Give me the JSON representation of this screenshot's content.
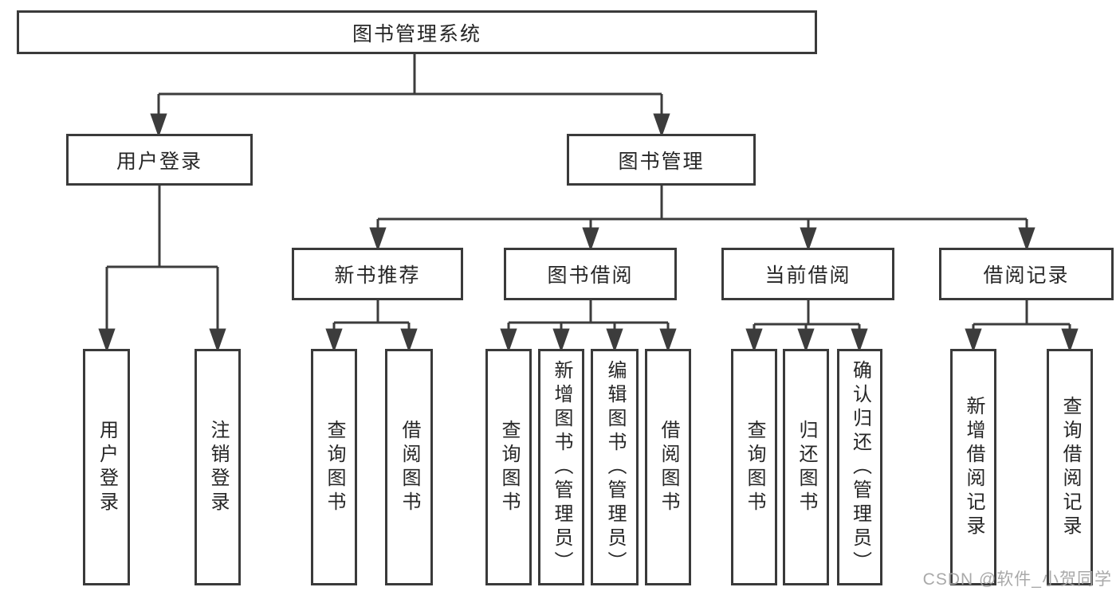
{
  "diagram": {
    "root": {
      "label": "图书管理系统"
    },
    "level2": [
      {
        "label": "用户登录"
      },
      {
        "label": "图书管理"
      }
    ],
    "level3": [
      {
        "label": "新书推荐"
      },
      {
        "label": "图书借阅"
      },
      {
        "label": "当前借阅"
      },
      {
        "label": "借阅记录"
      }
    ],
    "leaves": [
      {
        "label": "用户登录"
      },
      {
        "label": "注销登录"
      },
      {
        "label": "查询图书"
      },
      {
        "label": "借阅图书"
      },
      {
        "label": "查询图书"
      },
      {
        "label": "新增图书（管理员）"
      },
      {
        "label": "编辑图书（管理员）"
      },
      {
        "label": "借阅图书"
      },
      {
        "label": "查询图书"
      },
      {
        "label": "归还图书"
      },
      {
        "label": "确认归还（管理员）"
      },
      {
        "label": "新增借阅记录"
      },
      {
        "label": "查询借阅记录"
      }
    ],
    "colors": {
      "line": "#3c3c3c",
      "border": "#3a3a3a",
      "text": "#262626",
      "background": "#ffffff",
      "watermark": "#a4a4a4"
    }
  },
  "watermark": {
    "text": "CSDN @软件_小贺同学"
  }
}
